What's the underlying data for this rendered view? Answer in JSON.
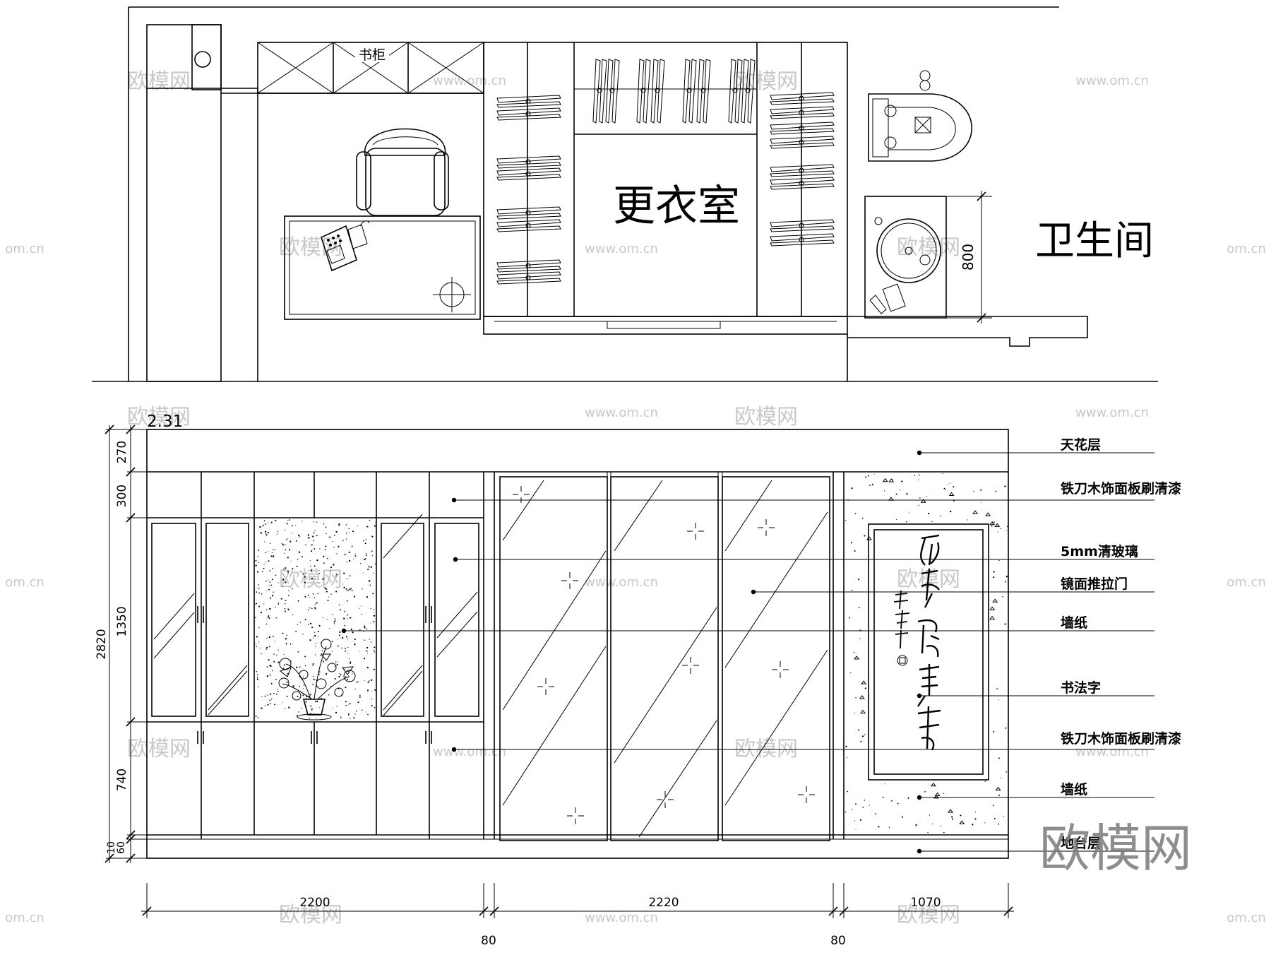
{
  "plan": {
    "room_labels": {
      "bookcase": "书柜",
      "dressing_room": "更衣室",
      "bathroom": "卫生间"
    },
    "dimension_800": "800"
  },
  "elevation": {
    "scale_label": "2.31",
    "vertical_dims": {
      "total": "2820",
      "d270": "270",
      "d300": "300",
      "d1350": "1350",
      "d740": "740",
      "d10": "10",
      "d60": "60"
    },
    "horizontal_dims": {
      "left": "2200",
      "gap_left": "80",
      "middle": "2220",
      "gap_right": "80",
      "right": "1070"
    },
    "callouts": [
      "天花层",
      "铁刀木饰面板刷清漆",
      "5mm清玻璃",
      "镜面推拉门",
      "墙纸",
      "书法字",
      "铁刀木饰面板刷清漆",
      "墙纸",
      "地台层"
    ]
  },
  "watermark": {
    "logo": "欧模网",
    "url": "www.om.cn",
    "url_short": "om.cn"
  }
}
